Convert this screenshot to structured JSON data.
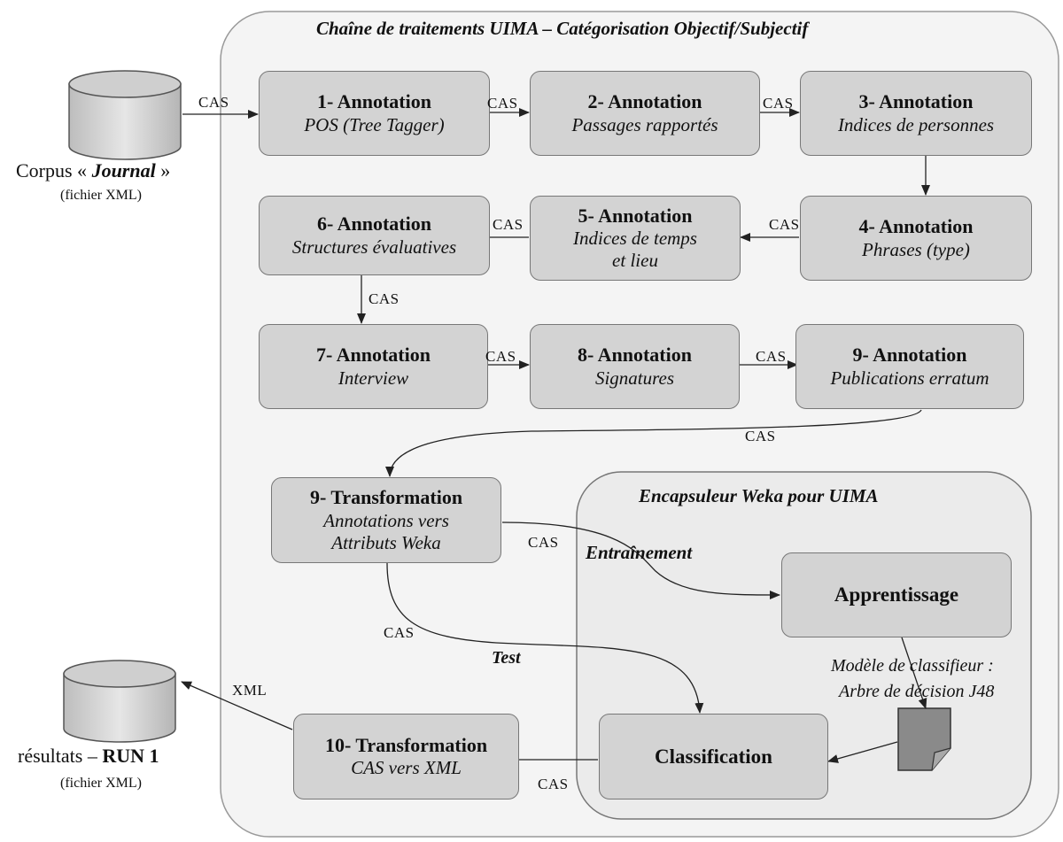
{
  "title": "Chaîne de traitements UIMA – Catégorisation Objectif/Subjectif",
  "weka_title": "Encapsuleur Weka pour UIMA",
  "corpus": {
    "prefix": "Corpus «",
    "name": "Journal",
    "suffix": "»",
    "file": "(fichier XML)"
  },
  "results": {
    "prefix": "résultats –",
    "name": "RUN 1",
    "file": "(fichier XML)"
  },
  "boxes": [
    {
      "title": "1- Annotation",
      "sub": "POS (Tree Tagger)"
    },
    {
      "title": "2- Annotation",
      "sub": "Passages rapportés"
    },
    {
      "title": "3- Annotation",
      "sub": "Indices de personnes"
    },
    {
      "title": "4- Annotation",
      "sub": "Phrases (type)"
    },
    {
      "title": "5- Annotation",
      "sub": "Indices de temps",
      "sub2": "et lieu"
    },
    {
      "title": "6- Annotation",
      "sub": "Structures évaluatives"
    },
    {
      "title": "7- Annotation",
      "sub": "Interview"
    },
    {
      "title": "8- Annotation",
      "sub": "Signatures"
    },
    {
      "title": "9- Annotation",
      "sub": "Publications erratum"
    },
    {
      "title": "9- Transformation",
      "sub": "Annotations vers",
      "sub2": "Attributs Weka"
    },
    {
      "title": "10- Transformation",
      "sub": "CAS vers XML"
    }
  ],
  "apprentissage": "Apprentissage",
  "classification": "Classification",
  "entrainement": "Entraînement",
  "test": "Test",
  "model": {
    "line1": "Modèle de classifieur :",
    "line2": "Arbre de décision J48"
  },
  "cas": "CAS",
  "xml": "XML",
  "colors": {
    "box_fill": "#d3d3d3",
    "container_fill": "#f4f4f4",
    "doc_fill": "#8a8a8a"
  }
}
